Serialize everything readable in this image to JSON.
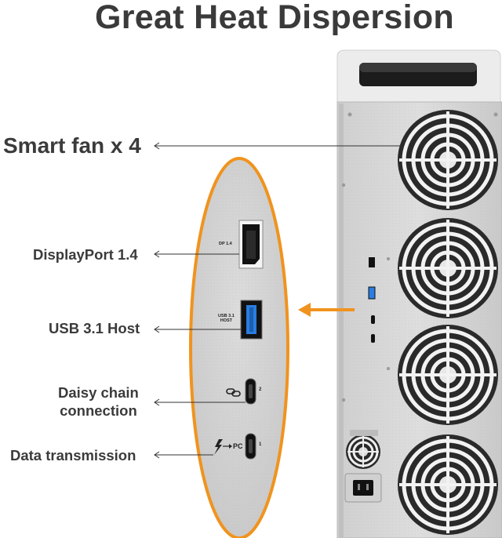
{
  "title": "Great Heat Dispersion",
  "callouts": {
    "fans": "Smart fan x 4",
    "displayport": "DisplayPort 1.4",
    "usb": "USB 3.1 Host",
    "daisy_line1": "Daisy chain",
    "daisy_line2": "connection",
    "data": "Data transmission"
  },
  "port_labels": {
    "dp": "DP 1.4",
    "usb_line1": "USB 3.1",
    "usb_line2": "HOST",
    "port2": "2",
    "port1": "1",
    "pc": "PC"
  },
  "colors": {
    "accent_orange": "#f0931e",
    "panel_silver": "#d4d4d4",
    "usb_blue": "#2a7de1"
  },
  "icons": [
    "link-icon",
    "thunderbolt-icon",
    "arrow-right-icon"
  ]
}
